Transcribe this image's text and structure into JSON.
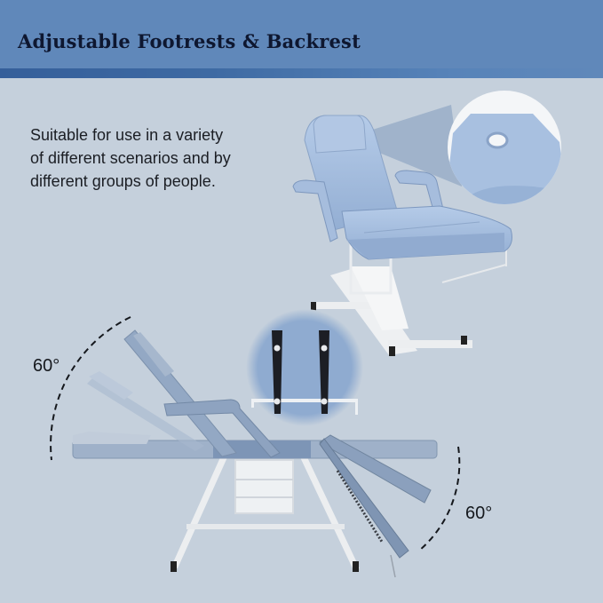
{
  "header": {
    "title": "Adjustable Footrests & Backrest",
    "background_color": "#6088ba",
    "stripe_color": "#355f9a"
  },
  "description": {
    "lines": [
      "Suitable for use in a variety",
      "of different scenarios and by",
      "different groups of people."
    ]
  },
  "angles": {
    "backrest_label": "60°",
    "footrest_label": "60°"
  },
  "product": {
    "name": "Adjustable beauty / massage chair",
    "upholstery_color": "#a9c0df",
    "frame_color": "#f1f2f3",
    "callouts": [
      {
        "name": "headrest-face-hole-detail"
      },
      {
        "name": "backrest-ratchet-bracket-detail"
      }
    ]
  },
  "colors": {
    "background": "#c5d0dc",
    "text": "#1b1e24"
  }
}
